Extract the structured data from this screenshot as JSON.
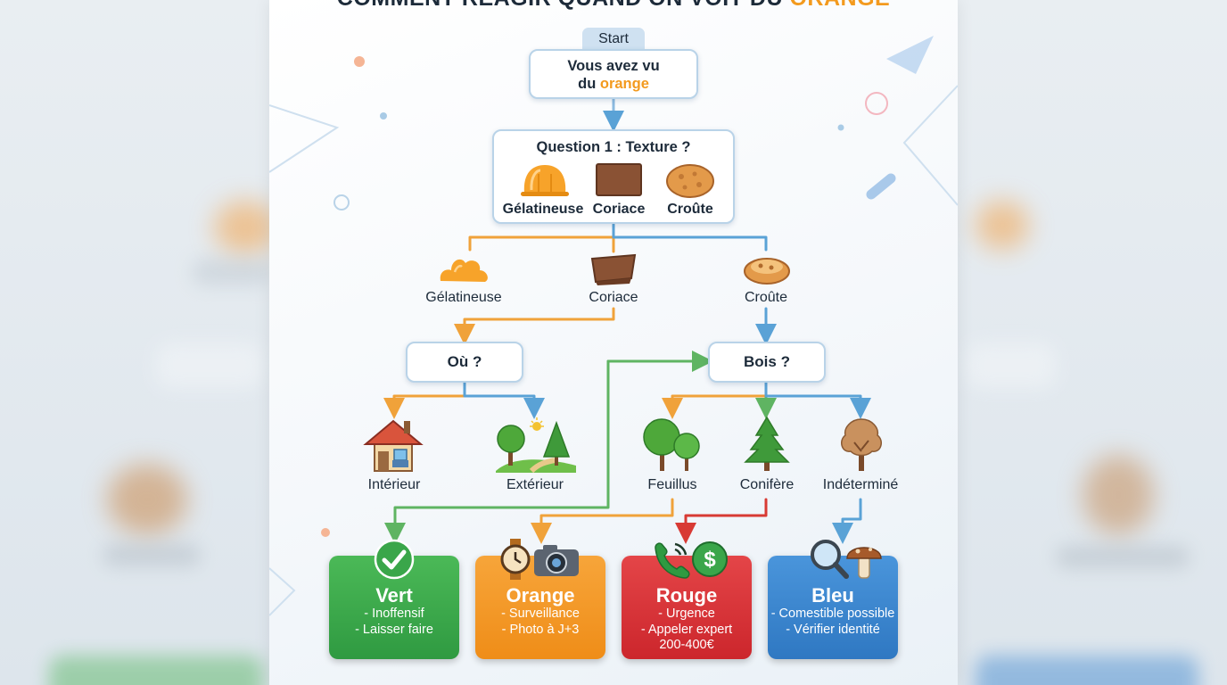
{
  "title": {
    "prefix": "COMMENT RÉAGIR QUAND ON VOIT DU ",
    "accent": "ORANGE"
  },
  "start": {
    "tab": "Start",
    "line1": "Vous avez vu",
    "line2_prefix": "du ",
    "line2_accent": "orange"
  },
  "question1": {
    "title": "Question 1 : Texture ?",
    "options": [
      "Gélatineuse",
      "Coriace",
      "Croûte"
    ]
  },
  "textures": [
    "Gélatineuse",
    "Coriace",
    "Croûte"
  ],
  "where": {
    "question": "Où ?",
    "options": [
      "Intérieur",
      "Extérieur"
    ]
  },
  "wood": {
    "question": "Bois ?",
    "options": [
      "Feuillus",
      "Conifère",
      "Indéterminé"
    ]
  },
  "results": [
    {
      "title": "Vert",
      "lines": [
        "- Inoffensif",
        "- Laisser faire"
      ],
      "color": "#3aa64a",
      "icon": "check-icon"
    },
    {
      "title": "Orange",
      "lines": [
        "- Surveillance",
        "- Photo à J+3"
      ],
      "color": "#f49a24",
      "icon": "watch-camera-icon"
    },
    {
      "title": "Rouge",
      "lines": [
        "- Urgence",
        "- Appeler expert",
        "200-400€"
      ],
      "color": "#d83236",
      "icon": "phone-dollar-icon"
    },
    {
      "title": "Bleu",
      "lines": [
        "- Comestible possible",
        "- Vérifier identité"
      ],
      "color": "#3b86cf",
      "icon": "magnifier-mushroom-icon"
    }
  ],
  "colors": {
    "orange": "#f0a23a",
    "blue": "#5aa2d6",
    "green": "#5fb462",
    "red": "#d83a34"
  }
}
